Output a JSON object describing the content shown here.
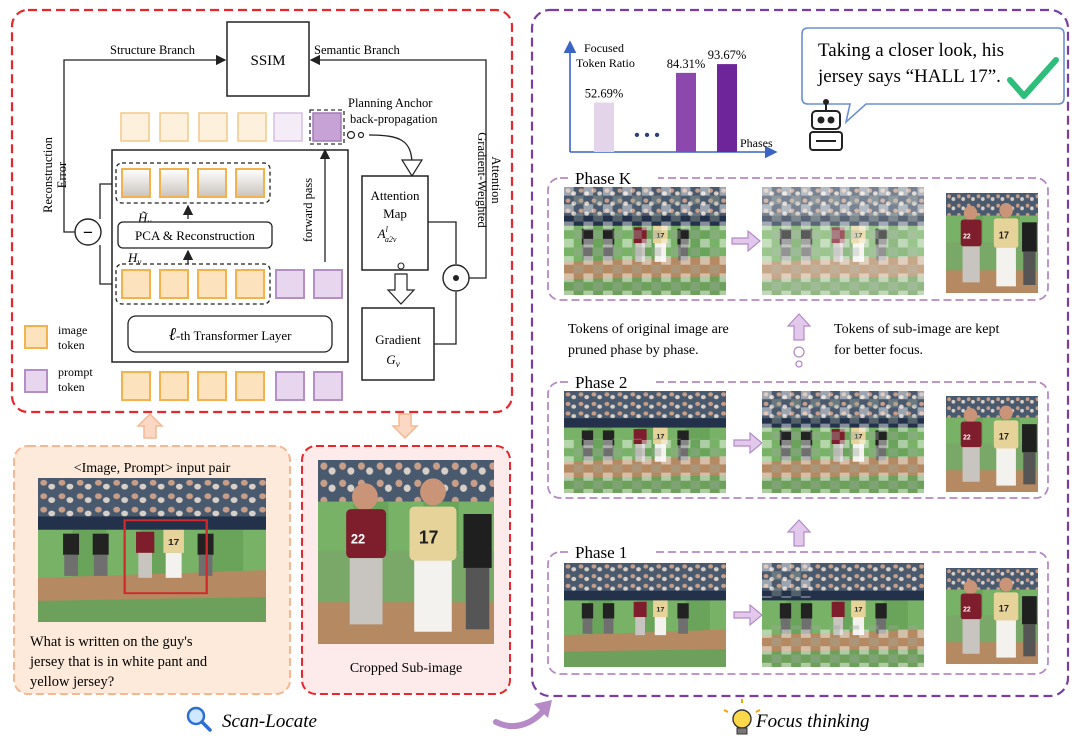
{
  "left_panel": {
    "ssim": "SSIM",
    "structure_branch": "Structure Branch",
    "semantic_branch": "Semantic Branch",
    "reconstruction_error_1": "Reconstruction",
    "reconstruction_error_2": "Error",
    "minus": "−",
    "planning_anchor_1": "Planning Anchor",
    "planning_anchor_2": "back-propagation",
    "h_tilde": "H̃",
    "h_tilde_sub": "v",
    "pca": "PCA & Reconstruction",
    "h": "H",
    "h_sub": "v",
    "forward_pass": "forward pass",
    "attention_1": "Attention",
    "attention_2": "Map",
    "attention_sym": "A",
    "attention_sup": "l",
    "attention_sub": "a2v",
    "gradient_weighted_1": "Gradient-Weighted",
    "gradient_weighted_2": "Attention",
    "transformer_ell": "ℓ",
    "transformer": "-th Transformer Layer",
    "gradient": "Gradient",
    "gradient_sym": "G",
    "gradient_sub": "v",
    "legend_image_1": "image",
    "legend_image_2": "token",
    "legend_prompt_1": "prompt",
    "legend_prompt_2": "token"
  },
  "input_panel": {
    "title": "<Image, Prompt> input pair",
    "question": [
      "What is written on the guy's",
      "jersey that is in white pant and",
      "yellow jersey?"
    ]
  },
  "crop_panel": {
    "caption": "Cropped Sub-image"
  },
  "scan_locate": "Scan-Locate",
  "focus_thinking": "Focus thinking",
  "answer_bubble": {
    "line1": "Taking a closer look, his",
    "line2": "jersey says “HALL 17”."
  },
  "phases": {
    "k": "Phase K",
    "two": "Phase 2",
    "one": "Phase 1",
    "note_left_1": "Tokens of original image are",
    "note_left_2": "pruned phase by phase.",
    "note_right_1": "Tokens of sub-image are kept",
    "note_right_2": "for better focus."
  },
  "chart_data": {
    "type": "bar",
    "title": "",
    "ylabel": "Focused Token Ratio",
    "xlabel": "Phases",
    "ylabel_lines": [
      "Focused",
      "Token Ratio"
    ],
    "categories": [
      "",
      "…",
      "",
      ""
    ],
    "values": [
      52.69,
      null,
      84.31,
      93.67
    ],
    "labels": [
      "52.69%",
      "",
      "84.31%",
      "93.67%"
    ],
    "ellipsis": "• • •",
    "colors": [
      "#e4d4ea",
      "#b58ac6",
      "#8c48ad",
      "#6e259a"
    ],
    "ylim": [
      0,
      100
    ],
    "grid": false
  },
  "colors": {
    "red_dash": "#e8262b",
    "purple_dash": "#7a3ea3",
    "image_token": "#f3b24e",
    "prompt_token": "#c6a3d4",
    "arrow_light_purple": "#cfa9dc",
    "arrow_orange": "#f6b792",
    "check_green": "#2dbe7c"
  }
}
